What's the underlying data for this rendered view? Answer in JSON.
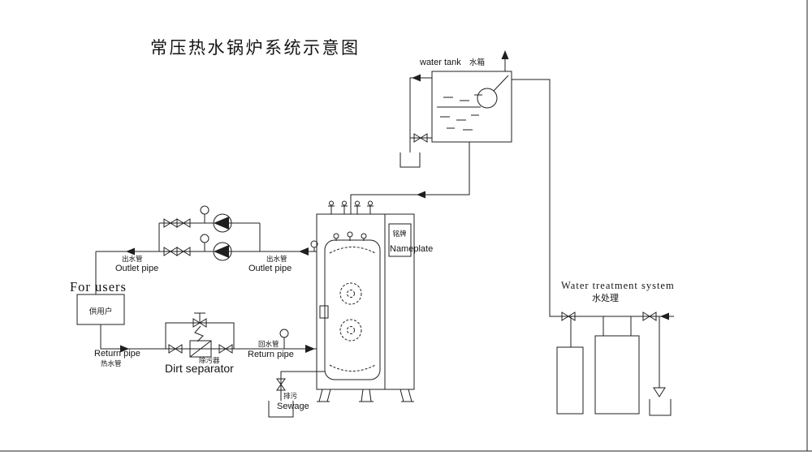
{
  "title": "常压热水锅炉系统示意图",
  "water_tank": {
    "en": "water tank",
    "zh": "水箱"
  },
  "boiler": {
    "nameplate_zh": "铭牌",
    "nameplate_en": "Nameplate"
  },
  "outlet_left": {
    "zh": "出水管",
    "en": "Outlet pipe"
  },
  "outlet_right": {
    "zh": "出水管",
    "en": "Outlet pipe"
  },
  "users": {
    "en": "For users",
    "zh": "供用户"
  },
  "return_left": {
    "en": "Return pipe",
    "zh": "热水管"
  },
  "return_right": {
    "zh": "回水管",
    "en": "Return pipe"
  },
  "dirt_separator": {
    "zh": "除污器",
    "en": "Dirt separator"
  },
  "sewage": {
    "zh": "排污",
    "en": "Sewage"
  },
  "water_treatment": {
    "en": "Water treatment system",
    "zh": "水处理"
  }
}
